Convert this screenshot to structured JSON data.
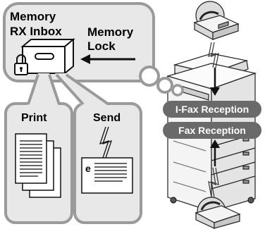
{
  "memory_box": {
    "title_line1": "Memory",
    "title_line2": "RX Inbox",
    "lock_line1": "Memory",
    "lock_line2": "Lock"
  },
  "print_box": {
    "label": "Print"
  },
  "send_box": {
    "label": "Send",
    "doc_letter": "e"
  },
  "pills": {
    "ifax": "I-Fax Reception",
    "fax": "Fax Reception"
  },
  "colors": {
    "bubble_border": "#9a9a9a",
    "bubble_fill": "#e8e8e8",
    "pill_fill": "#6a6a6a"
  },
  "icons": [
    "inbox-tray-icon",
    "padlock-icon",
    "fax-machine-icon",
    "multifunction-printer-icon",
    "lightning-bolt-icon"
  ]
}
